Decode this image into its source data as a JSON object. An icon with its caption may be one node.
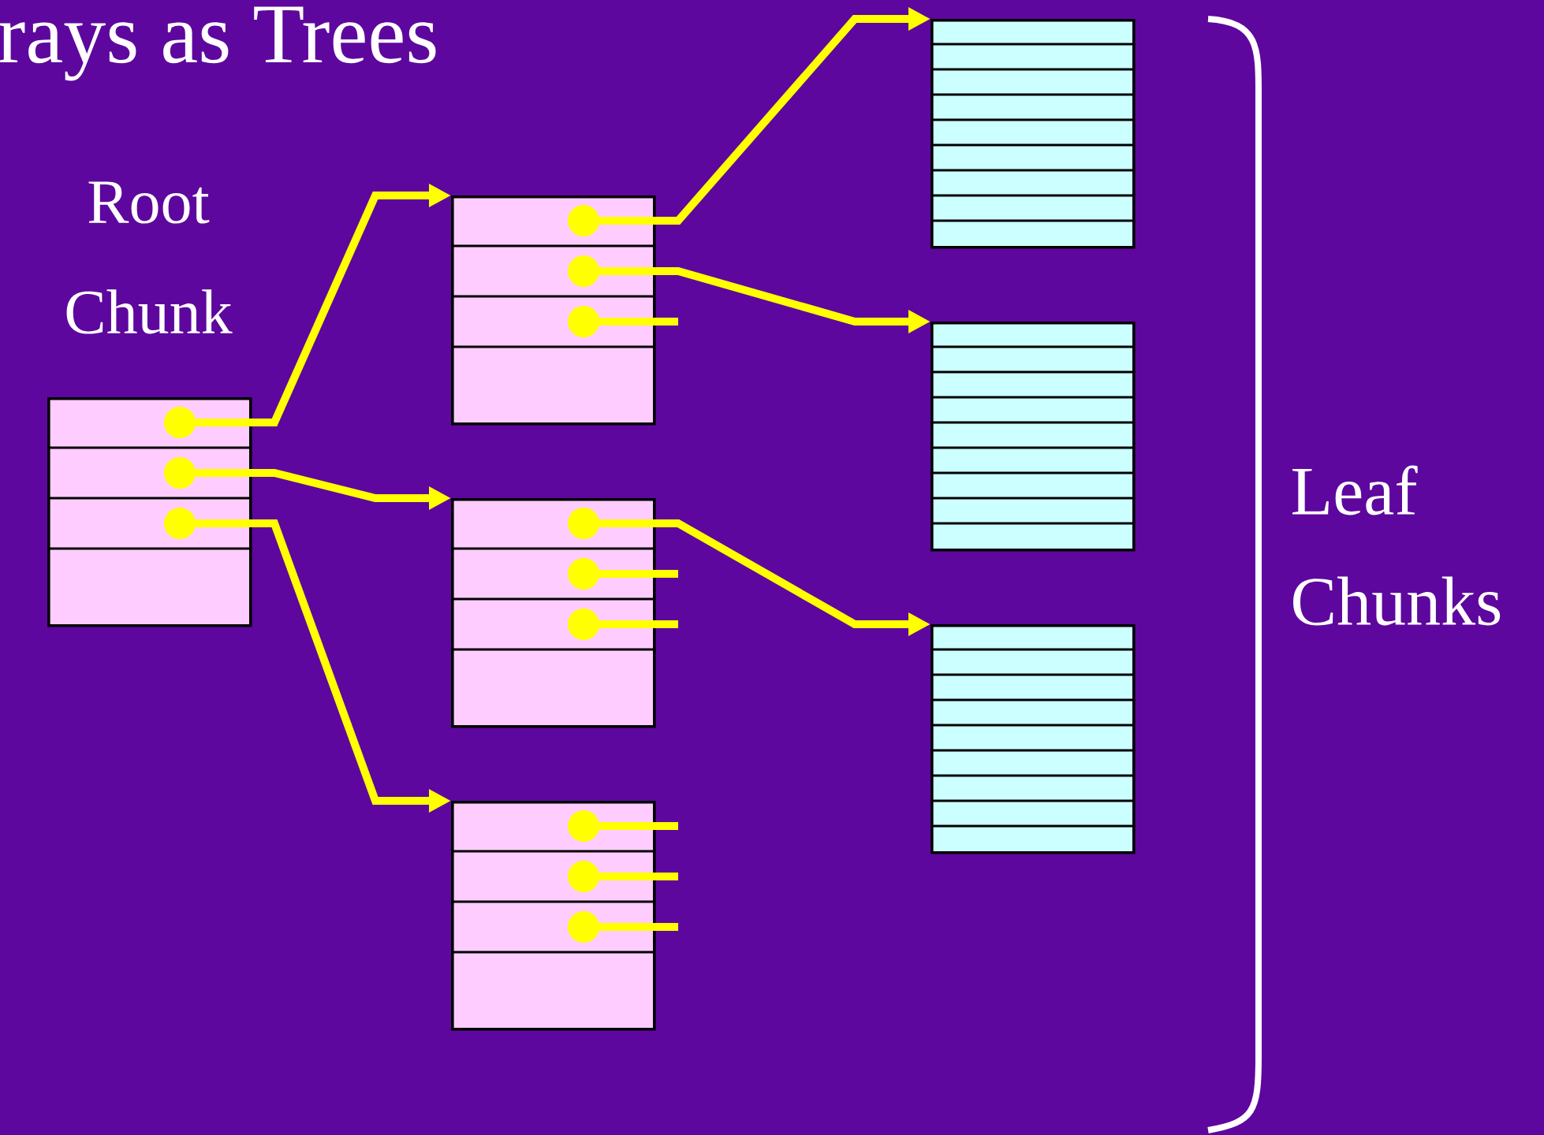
{
  "diagram": {
    "title": "rays as Trees",
    "nodes": [
      {
        "text": [
          "Root Chunk"
        ]
      },
      {
        "text": [],
        "shape": "box"
      },
      {
        "text": [],
        "shape": "box"
      },
      {
        "text": [],
        "shape": "box"
      },
      {
        "text": [],
        "shape": "box"
      },
      {
        "text": [],
        "shape": "box"
      },
      {
        "text": [],
        "shape": "box"
      }
    ],
    "edges": [
      {
        "from": 0,
        "to": 1,
        "arrow": "to"
      },
      {
        "from": 0,
        "to": 2,
        "arrow": "to"
      },
      {
        "from": 0,
        "to": 3,
        "arrow": "to"
      },
      {
        "from": 1,
        "to": 4,
        "arrow": "to"
      },
      {
        "from": 1,
        "to": 5,
        "arrow": "to"
      },
      {
        "from": 1,
        "to": null,
        "arrow": "other"
      },
      {
        "from": 2,
        "to": 6,
        "arrow": "to"
      },
      {
        "from": 2,
        "to": null,
        "arrow": "other"
      },
      {
        "from": 2,
        "to": null,
        "arrow": "other"
      },
      {
        "from": 3,
        "to": null,
        "arrow": "other"
      },
      {
        "from": 3,
        "to": null,
        "arrow": "other"
      },
      {
        "from": 3,
        "to": null,
        "arrow": "other"
      }
    ],
    "labels": [
      "Leaf Chunks"
    ]
  }
}
